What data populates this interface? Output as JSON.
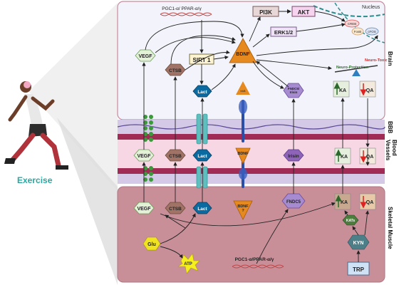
{
  "figure": {
    "exercise_label": "Exercise",
    "regions": {
      "brain": "Brain",
      "bbb": "BBB",
      "blood_vessels": "Blood\nVessels",
      "skeletal_muscle": "Skeletal Muscle",
      "nucleus": "Nucleus"
    },
    "brain_nodes": {
      "pgc1_brain": "PGC1-α/ PPAR-α/γ",
      "pi3k": "PI3K",
      "akt": "AKT",
      "erk": "ERK1/2",
      "sirt1": "SIRT 1",
      "bdnf": "BDNF",
      "vegf": "VEGF",
      "ctsb": "CTSB",
      "lact": "Lact",
      "fndc5_brain": "FNDC5/\nIrisin",
      "trkb": "trkB",
      "creb": "CREB",
      "fosb": "FosB",
      "cfos": "cFOS",
      "neuro_protection": "Neuro-Protection",
      "neuro_toxic": "Neuro-Toxic",
      "ka": "KA",
      "qa": "QA"
    },
    "blood_nodes": {
      "vegf": "VEGF",
      "ctsb": "CTSB",
      "lact": "Lact",
      "bdnf": "BDNF",
      "irisin": "Irisin",
      "ka": "KA",
      "qa": "QA"
    },
    "muscle_nodes": {
      "vegf": "VEGF",
      "ctsb": "CTSB",
      "lact": "Lact",
      "bdnf": "BDNF\n?",
      "fndc5": "FNDC5",
      "ka": "KA",
      "qa": "QA",
      "kats": "KATs",
      "kyn": "KYN",
      "trp": "TRP",
      "glu": "Glu",
      "atp": "ATP",
      "pgc1_muscle": "PGC1-α/PPAR-α/γ"
    },
    "colors": {
      "brain_bg": "#f3f4fb",
      "brain_border": "#c98a9d",
      "muscle_bg": "#c98f99",
      "blood_bg": "#f7d7e4",
      "vegf": "#e3f2d6",
      "ctsb": "#a07366",
      "lact": "#0b6aa0",
      "bdnf": "#e68a1f",
      "fndc5": "#a78bd0",
      "irisin": "#8d64b8",
      "sirt1": "#fbf3d2",
      "pi3k": "#e7d7d7",
      "akt": "#f6d3ef",
      "erk": "#eee2f5",
      "trp": "#cfe1f4",
      "glu": "#f0e422",
      "atp": "#f6ef1e",
      "kats": "#4c7d3c",
      "kyn": "#4d7f88",
      "accent_teal": "#2aa7a0"
    }
  }
}
